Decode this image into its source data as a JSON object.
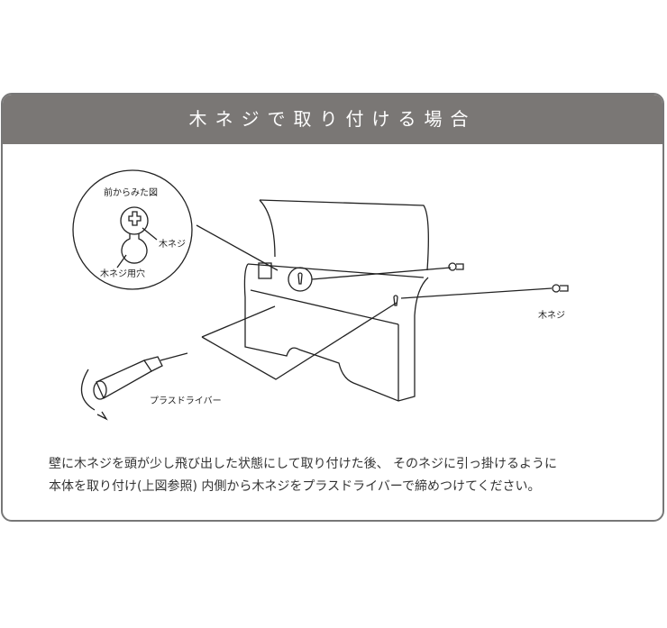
{
  "header": {
    "title": "木ネジで取り付ける場合"
  },
  "diagram": {
    "front_view_title": "前からみた図",
    "screw_label": "木ネジ",
    "screw_hole_label": "木ネジ用穴",
    "side_screw_label": "木ネジ",
    "driver_label": "プラスドライバー"
  },
  "description": {
    "line1": "壁に木ネジを頭が少し飛び出した状態にして取り付けた後、 そのネジに引っ掛けるように",
    "line2": "本体を取り付け(上図参照) 内側から木ネジをプラスドライバーで締めつけてください。"
  }
}
